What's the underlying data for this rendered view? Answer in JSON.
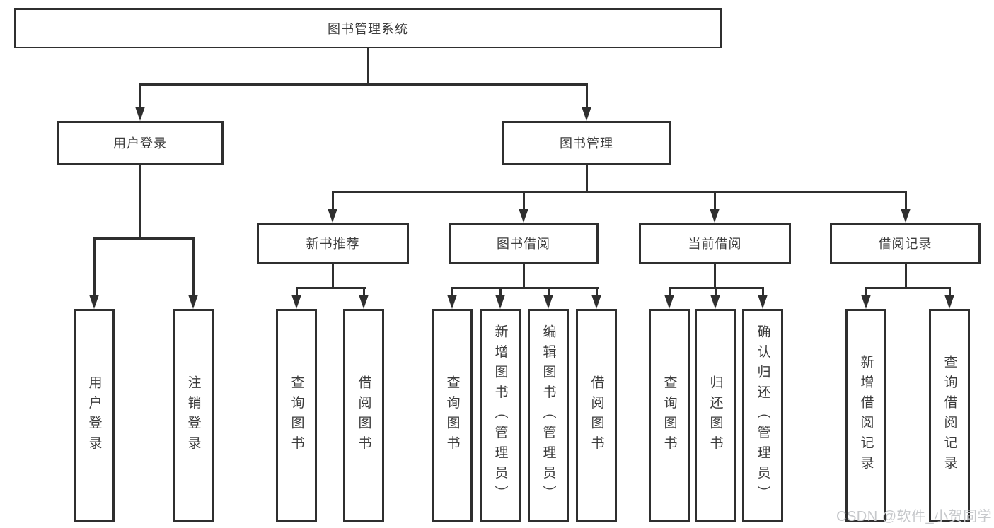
{
  "root": {
    "label": "图书管理系统"
  },
  "level2": {
    "user_login": {
      "label": "用户登录"
    },
    "book_management": {
      "label": "图书管理"
    }
  },
  "level3": {
    "new_book_recommend": {
      "label": "新书推荐"
    },
    "book_borrow": {
      "label": "图书借阅"
    },
    "current_borrow": {
      "label": "当前借阅"
    },
    "borrow_records": {
      "label": "借阅记录"
    }
  },
  "leaves": {
    "user_login_group": [
      {
        "label": "用户登录"
      },
      {
        "label": "注销登录"
      }
    ],
    "new_book_group": [
      {
        "label": "查询图书"
      },
      {
        "label": "借阅图书"
      }
    ],
    "book_borrow_group": [
      {
        "label": "查询图书"
      },
      {
        "label": "新增图书（管理员）"
      },
      {
        "label": "编辑图书（管理员）"
      },
      {
        "label": "借阅图书"
      }
    ],
    "current_borrow_group": [
      {
        "label": "查询图书"
      },
      {
        "label": "归还图书"
      },
      {
        "label": "确认归还（管理员）"
      }
    ],
    "records_group": [
      {
        "label": "新增借阅记录"
      },
      {
        "label": "查询借阅记录"
      }
    ]
  },
  "watermark": "CSDN @软件_小贺同学",
  "colors": {
    "line": "#2f2f2f",
    "text": "#3c3c3c",
    "background": "#ffffff",
    "watermark": "#c6c8cb"
  }
}
